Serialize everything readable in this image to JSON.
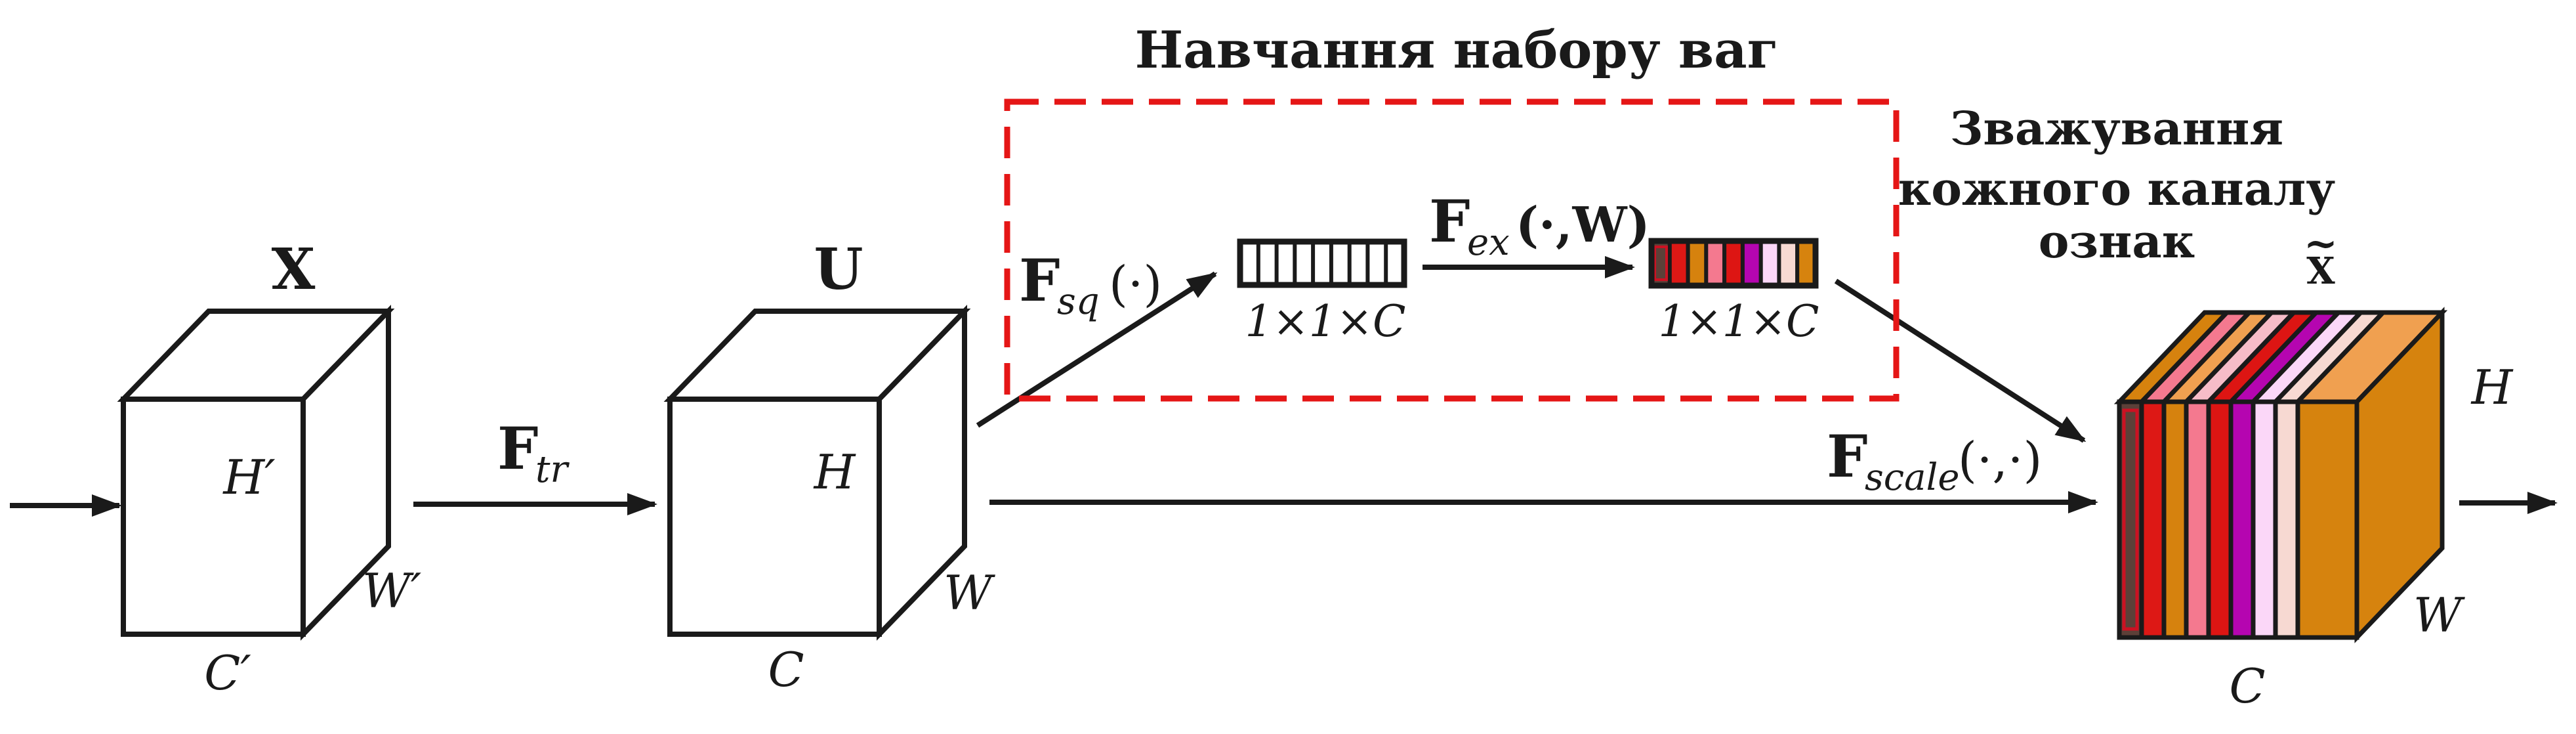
{
  "palette": {
    "accent_red_text": "#cf1212",
    "dashed_box_red": "#e51616",
    "line_black": "#1a1a1a",
    "cube_fill_white": "#ffffff",
    "inner_frame_red": "#cc1122",
    "cube_side_color": "#d6830e",
    "weights_colors": [
      "#5c4038",
      "#dd1815",
      "#d6820e",
      "#f4798f",
      "#dd1513",
      "#b505b0",
      "#fbd7f8",
      "#f7d9d2",
      "#d6830e"
    ],
    "cube_front_colors": [
      "#5c4038",
      "#dd1815",
      "#d6820e",
      "#f4798f",
      "#dd1513",
      "#b505b0",
      "#fbd7f8",
      "#f7d9d2",
      "#d6830e"
    ],
    "cube_top_colors": [
      "#d6820e",
      "#f4798f",
      "#f0a050",
      "#f6bcc8",
      "#dd1513",
      "#b505b0",
      "#fbd7f8",
      "#f7d9d2",
      "#f0a050"
    ]
  },
  "annotations": {
    "weights_box_title": "Навчання набору ваг",
    "channel_weighting_line1": "Зважування",
    "channel_weighting_line2": "кожного каналу",
    "channel_weighting_line3": "ознак"
  },
  "tensors": {
    "input": {
      "name": "X",
      "height": "H′",
      "width": "W′",
      "channels": "C′"
    },
    "features": {
      "name": "U",
      "height": "H",
      "width": "W",
      "channels": "C"
    },
    "output": {
      "name": "X",
      "tilde": "~",
      "height": "H",
      "width": "W",
      "channels": "C"
    }
  },
  "operations": {
    "transform": {
      "f": "F",
      "sub": "tr",
      "args": ""
    },
    "squeeze": {
      "f": "F",
      "sub": "sq",
      "args": "(·)"
    },
    "excitation": {
      "f": "F",
      "sub": "ex",
      "args": "(·,W)"
    },
    "scale": {
      "f": "F",
      "sub": "scale",
      "args": "(·,·)"
    }
  },
  "vectors": {
    "squeeze_dims": "1×1×C",
    "excitation_dims": "1×1×C"
  }
}
